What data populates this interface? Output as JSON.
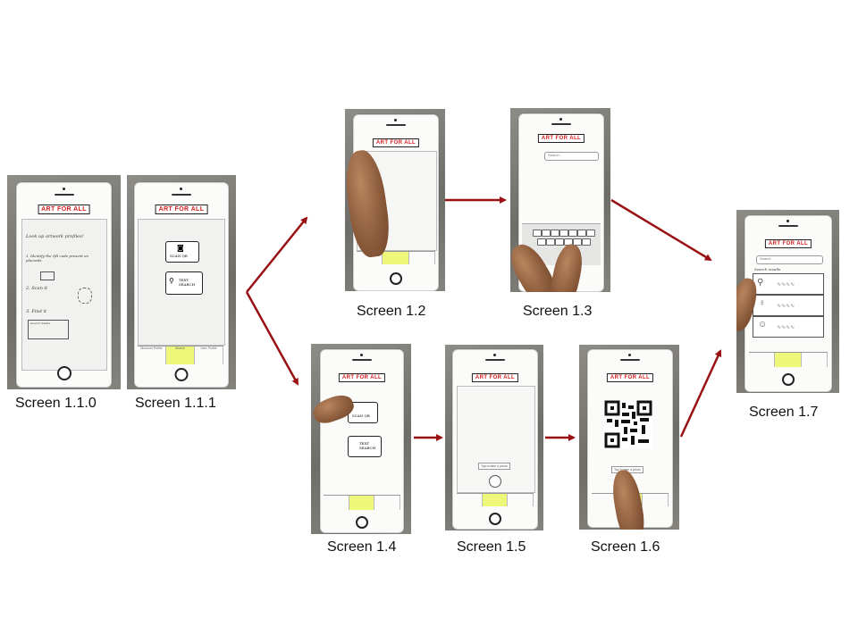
{
  "app_logo": "ART FOR ALL",
  "arrow_color": "#9a1114",
  "logo_color": "#d11e1e",
  "active_tab_color": "#eef77a",
  "screens": {
    "s110": {
      "caption": "Screen 1.1.0",
      "heading": "Look up artwork profiles!",
      "step1": "1. Identify the QR code present on placards",
      "step2": "2. Scan it",
      "step3": "3. Find it",
      "search_label": "Search results"
    },
    "s111": {
      "caption": "Screen 1.1.1",
      "card1": "SCAN QR",
      "card2": "TEXT SEARCH",
      "tabs": [
        "Museum Profile",
        "Search",
        "User Profile"
      ]
    },
    "s12": {
      "caption": "Screen 1.2"
    },
    "s13": {
      "caption": "Screen 1.3",
      "search_placeholder": "Search..."
    },
    "s14": {
      "caption": "Screen 1.4",
      "card1": "SCAN QR",
      "card2": "TEXT SEARCH"
    },
    "s15": {
      "caption": "Screen 1.5",
      "hint": "Tap to take a photo"
    },
    "s16": {
      "caption": "Screen 1.6",
      "hint": "Tap to take a photo"
    },
    "s17": {
      "caption": "Screen 1.7",
      "search_placeholder": "Search",
      "results_label": "Search results"
    }
  }
}
